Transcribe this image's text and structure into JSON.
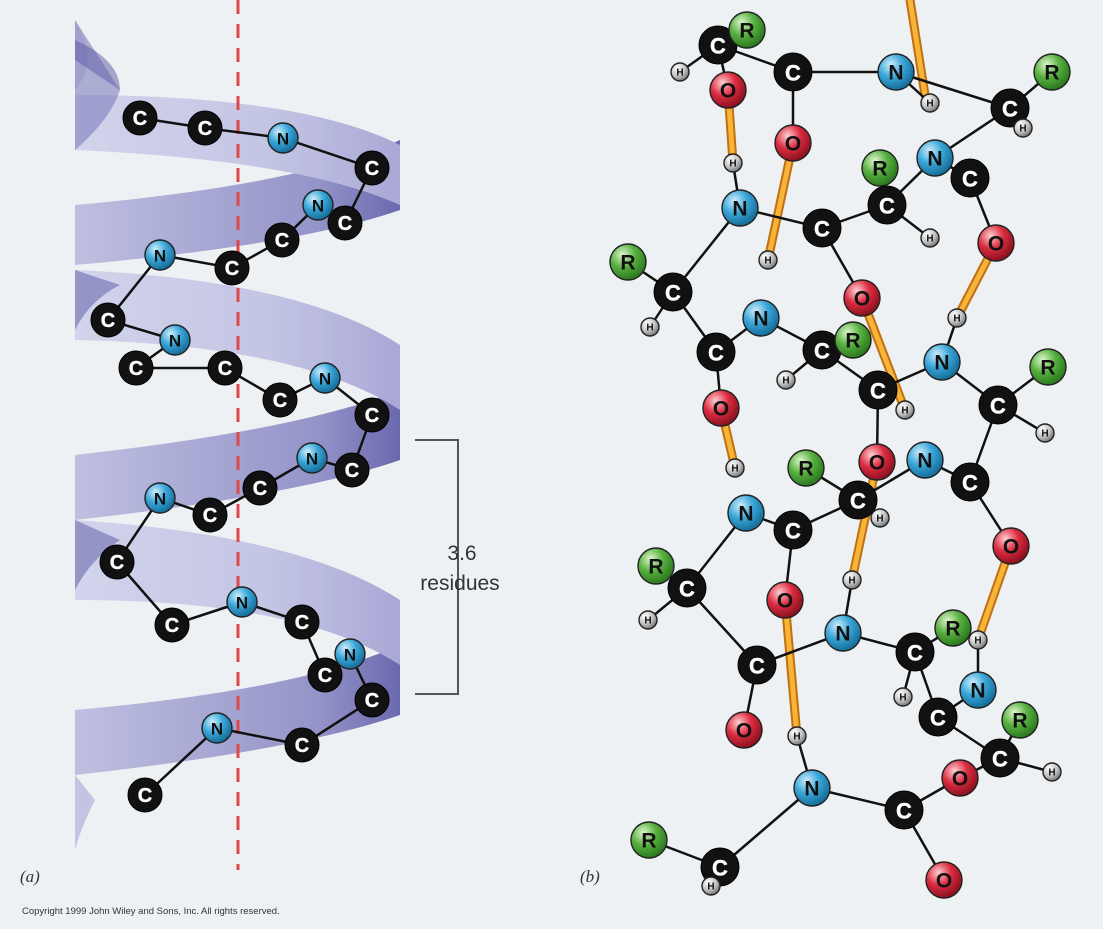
{
  "panel_a": {
    "label": "(a)",
    "bracket_line1": "3.6",
    "bracket_line2": "residues"
  },
  "panel_b": {
    "label": "(b)"
  },
  "copyright": "Copyright 1999 John Wiley and Sons, Inc. All rights reserved.",
  "atom_symbols": {
    "C": "C",
    "N": "N",
    "O": "O",
    "H": "H",
    "R": "R"
  },
  "colors": {
    "background": "#eef1f3",
    "ribbon_light": "#c9cbe6",
    "ribbon_dark": "#6c6aae",
    "axis_dash": "#e0474c",
    "carbon": "#111111",
    "nitrogen": "#2a8fc4",
    "oxygen": "#d4283a",
    "hydrogen": "#c8c8c8",
    "r_group": "#4fa83a",
    "hbond": "#f2a71b"
  }
}
